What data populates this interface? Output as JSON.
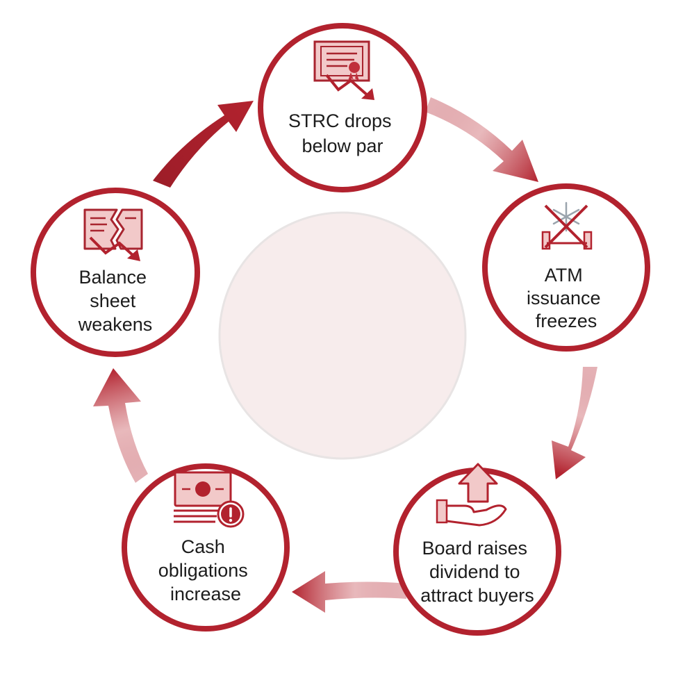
{
  "colors": {
    "accent": "#b2222e",
    "accent_dark": "#9c1d28",
    "icon_fill": "#f2c9c9",
    "center_fill": "#f7ecec",
    "text": "#1c1c1c"
  },
  "cycle": {
    "steps": [
      {
        "id": "strc-drops",
        "icon": "certificate-down-arrow-icon",
        "lines": [
          "STRC drops",
          "below par"
        ]
      },
      {
        "id": "atm-freezes",
        "icon": "frozen-issuance-icon",
        "lines": [
          "ATM",
          "issuance",
          "freezes"
        ]
      },
      {
        "id": "board-raises",
        "icon": "hand-up-arrow-icon",
        "lines": [
          "Board raises",
          "dividend to",
          "attract buyers"
        ]
      },
      {
        "id": "cash-obligations",
        "icon": "cash-warning-icon",
        "lines": [
          "Cash",
          "obligations",
          "increase"
        ]
      },
      {
        "id": "balance-sheet",
        "icon": "cracked-document-icon",
        "lines": [
          "Balance",
          "sheet",
          "weakens"
        ]
      }
    ]
  }
}
